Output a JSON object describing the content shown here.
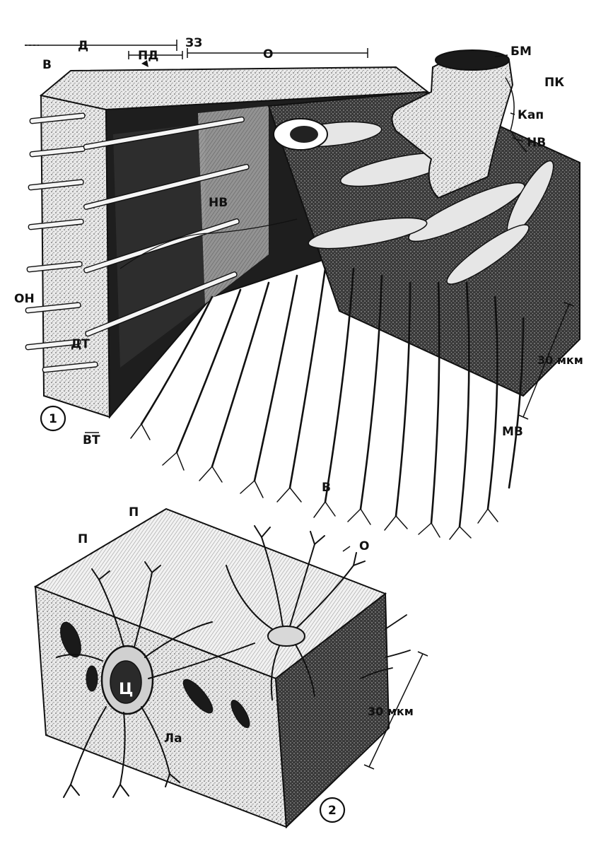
{
  "figure1": {
    "number": "1",
    "labels": {
      "D": "Д",
      "PD": "ПД",
      "ZZ": "ЗЗ",
      "O": "О",
      "V": "В",
      "BM": "БМ",
      "PK": "ПК",
      "Kap": "Кап",
      "NV_right": "НВ",
      "NV_center": "НВ",
      "ON": "ОН",
      "DT": "ДТ",
      "VT": "ВТ",
      "V_bottom": "В",
      "MV": "МВ"
    },
    "scale_bar": "30 мкм"
  },
  "figure2": {
    "number": "2",
    "labels": {
      "P_top": "П",
      "P_left": "П",
      "O": "О",
      "C": "Ц",
      "La": "Ла"
    },
    "scale_bar": "30 мкм"
  },
  "colors": {
    "ink": "#111111",
    "paper": "#ffffff",
    "shade": "#2a2a2a",
    "mid": "#8c8c8c",
    "light": "#d8d8d8"
  }
}
